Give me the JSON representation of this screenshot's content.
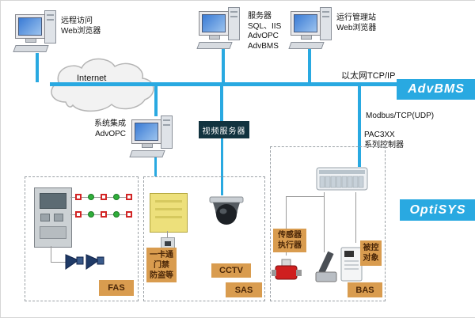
{
  "network": {
    "internet_label": "Internet",
    "ethernet_label": "以太网TCP/IP",
    "modbus_label": "Modbus/TCP(UDP)"
  },
  "banners": {
    "advbms": "AdvBMS",
    "optisys": "OptiSYS"
  },
  "stations": {
    "remote": {
      "lines": [
        "远程访问",
        "Web浏览器"
      ]
    },
    "server": {
      "lines": [
        "服务器",
        "SQL、IIS",
        "AdvOPC",
        "AdvBMS"
      ]
    },
    "operator": {
      "lines": [
        "运行管理站",
        "Web浏览器"
      ]
    },
    "integration": {
      "lines": [
        "系统集成",
        "AdvOPC"
      ]
    }
  },
  "devices": {
    "video_server_label": "视频服务器",
    "controller_lines": [
      "PAC3XX",
      "系列控制器"
    ]
  },
  "zones": {
    "fas": {
      "badge": "FAS"
    },
    "sas": {
      "badge": "SAS",
      "cctv_badge": "CCTV",
      "access_lines": [
        "一卡通",
        "门禁",
        "防盗等"
      ]
    },
    "bas": {
      "badge": "BAS",
      "sensor_lines": [
        "传感器",
        "执行器"
      ],
      "controlled_lines": [
        "被控",
        "对象"
      ]
    }
  },
  "colors": {
    "network_blue": "#29A9E1",
    "badge_orange": "#D99C4F"
  }
}
